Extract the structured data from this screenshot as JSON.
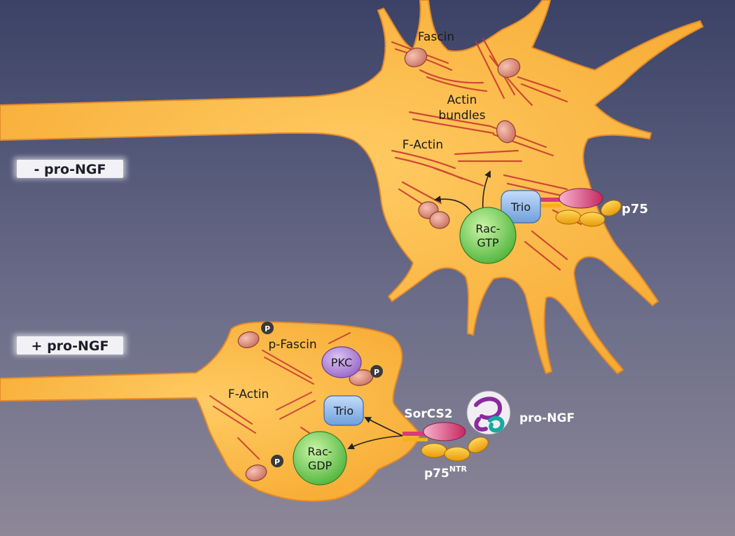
{
  "colors": {
    "bg_top": "#3b4266",
    "bg_bottom": "#8d8797",
    "cell": "#fbb23d",
    "cell_edge": "#e07a1b",
    "actin": "#c8342f",
    "fascin": "#e79a86",
    "trio": "#8fb8e8",
    "rac": "#7fd360",
    "pkc": "#b78ad8",
    "receptor_pink": "#d83a7a",
    "receptor_yellow": "#f2b21a",
    "phospho": "#3a3a3a"
  },
  "conditions": {
    "minus_label": "- pro-NGF",
    "plus_label": "+ pro-NGF"
  },
  "top_cell": {
    "fascin": "Fascin",
    "actin_bundles_1": "Actin",
    "actin_bundles_2": "bundles",
    "f_actin": "F-Actin",
    "trio": "Trio",
    "rac_1": "Rac-",
    "rac_2": "GTP",
    "receptor": "p75"
  },
  "bottom_cell": {
    "p_fascin": "p-Fascin",
    "pkc": "PKC",
    "f_actin": "F-Actin",
    "trio": "Trio",
    "rac_1": "Rac-",
    "rac_2": "GDP",
    "sorcs2": "SorCS2",
    "pro_ngf": "pro-NGF",
    "p75_base": "p75",
    "p75_sup": "NTR",
    "phospho": "P"
  }
}
